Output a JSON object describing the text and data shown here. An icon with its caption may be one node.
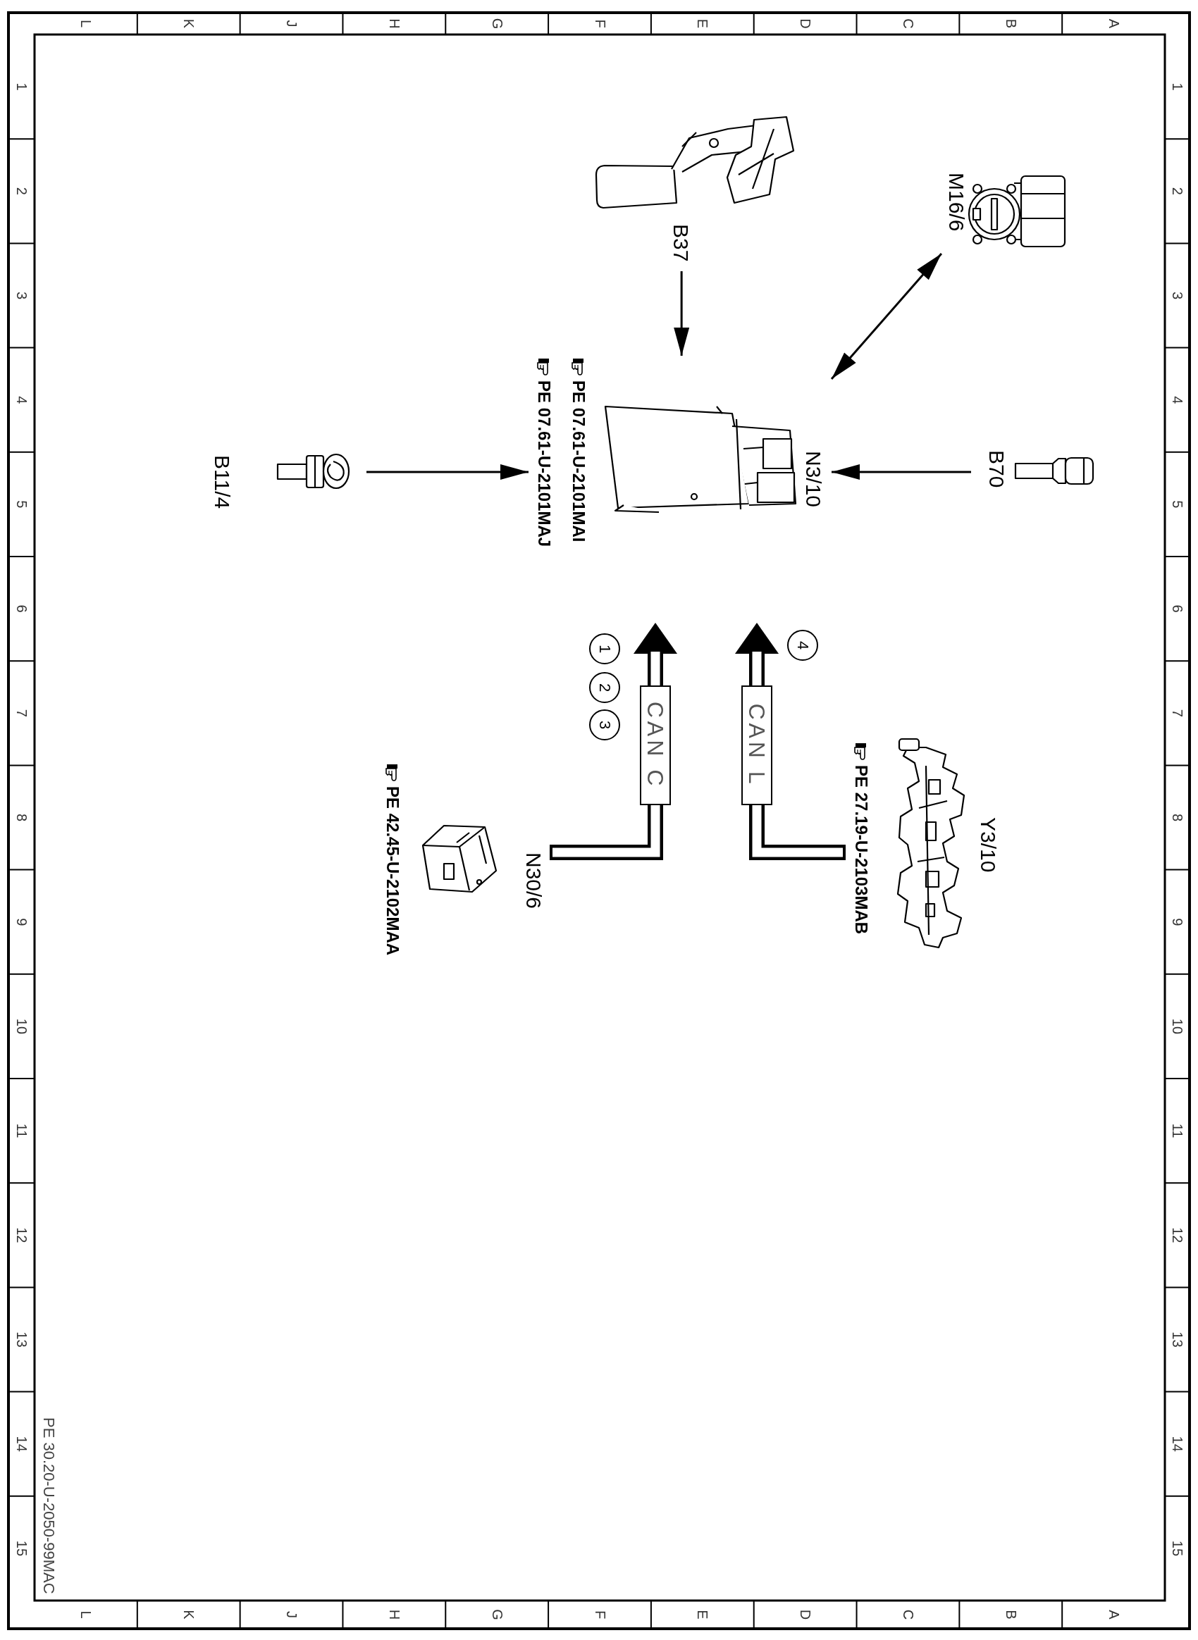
{
  "diagram": {
    "nodes": [
      {
        "text": [
          "B37"
        ]
      },
      {
        "text": [
          "M16/6"
        ]
      },
      {
        "text": [
          "B11/4"
        ]
      },
      {
        "text": [
          "N3/10",
          "PE 07.61-U-2101MAI",
          "PE 07.61-U-2101MAJ"
        ]
      },
      {
        "text": [
          "B70"
        ]
      },
      {
        "text": [
          "N30/6",
          "PE 42.45-U-2102MAA"
        ]
      },
      {
        "text": [
          "Y3/10",
          "PE 27.19-U-2103MAB"
        ]
      }
    ],
    "edges": [
      {
        "from": 0,
        "to": 3,
        "arrow": "to"
      },
      {
        "from": 3,
        "to": 1,
        "arrow": "both"
      },
      {
        "from": 2,
        "to": 3,
        "arrow": "to"
      },
      {
        "from": 4,
        "to": 3,
        "arrow": "to"
      },
      {
        "from": 5,
        "to": null,
        "arrow": "to",
        "label": "CAN C",
        "style": "thick"
      },
      {
        "from": 6,
        "to": null,
        "arrow": "to",
        "label": "CAN L",
        "style": "thick"
      }
    ],
    "labels": [
      "L",
      "K",
      "J",
      "H",
      "G",
      "F",
      "E",
      "D",
      "C",
      "B",
      "A",
      "1",
      "1",
      "2",
      "2",
      "3",
      "3",
      "4",
      "4",
      "5",
      "5",
      "6",
      "6",
      "7",
      "7",
      "8",
      "8",
      "9",
      "9",
      "10",
      "10",
      "11",
      "11",
      "12",
      "12",
      "13",
      "13",
      "14",
      "14",
      "15",
      "15",
      "1",
      "2",
      "3",
      "4",
      "PE 30.20-U-2050-99MAC",
      "L",
      "K",
      "J",
      "H",
      "G",
      "F",
      "E",
      "D",
      "C",
      "B",
      "A"
    ]
  }
}
